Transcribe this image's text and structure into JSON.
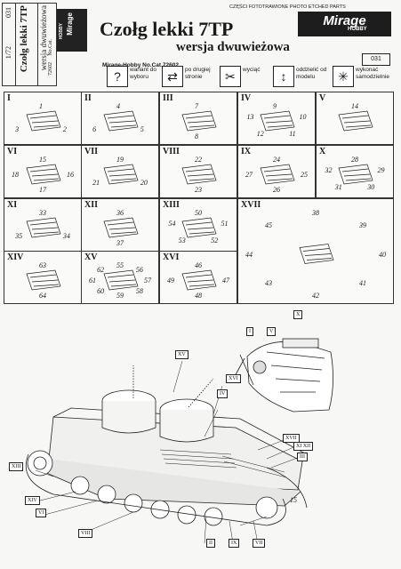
{
  "side_strip": {
    "number": "031",
    "scale": "1/72",
    "title": "Czołg lekki 7TP",
    "subtitle": "wersja dwuwieżowa",
    "cat_label": "No.Cat.",
    "cat_number": "72602"
  },
  "header": {
    "logo_text": "Mirage",
    "logo_sub": "HOBBY",
    "parts_label": "CZĘŚCI FOTOTRAWIONE  PHOTO ETCHED PARTS",
    "brand": "Mirage",
    "brand_sub": "HOBBY",
    "title": "Czołg lekki 7TP",
    "subtitle": "wersja dwuwieżowa",
    "cat_no": "Mirage-Hobby No.Cat.72602",
    "code": "031"
  },
  "legend": [
    {
      "icon": "?",
      "icon_name": "question-icon",
      "text": "wariant do wyboru"
    },
    {
      "icon": "⇄",
      "icon_name": "flip-arrows-icon",
      "text": "po drugiej stronie"
    },
    {
      "icon": "✂",
      "icon_name": "scissors-icon",
      "text": "wyciąć"
    },
    {
      "icon": "↕",
      "icon_name": "separate-icon",
      "text": "oddzielić od modelu"
    },
    {
      "icon": "✳",
      "icon_name": "asterisk-icon",
      "text": "wykonać samodzielnie"
    }
  ],
  "steps": [
    {
      "num": "I",
      "parts": [
        "1",
        "2",
        "3"
      ]
    },
    {
      "num": "II",
      "parts": [
        "4",
        "5",
        "6"
      ]
    },
    {
      "num": "III",
      "parts": [
        "7",
        "8"
      ]
    },
    {
      "num": "IV",
      "parts": [
        "9",
        "10",
        "11",
        "12",
        "13"
      ]
    },
    {
      "num": "V",
      "parts": [
        "14"
      ]
    },
    {
      "num": "VI",
      "parts": [
        "15",
        "16",
        "17",
        "18"
      ]
    },
    {
      "num": "VII",
      "parts": [
        "19",
        "20",
        "21"
      ]
    },
    {
      "num": "VIII",
      "parts": [
        "22",
        "23"
      ]
    },
    {
      "num": "IX",
      "parts": [
        "24",
        "25",
        "26",
        "27"
      ]
    },
    {
      "num": "X",
      "parts": [
        "28",
        "29",
        "30",
        "31",
        "32"
      ]
    },
    {
      "num": "XI",
      "parts": [
        "33",
        "34",
        "35"
      ]
    },
    {
      "num": "XII",
      "parts": [
        "36",
        "37"
      ]
    },
    {
      "num": "XIII",
      "parts": [
        "50",
        "51",
        "52",
        "53",
        "54"
      ]
    },
    {
      "num": "XVII",
      "parts": [
        "38",
        "39",
        "40",
        "41",
        "42",
        "43",
        "44",
        "45"
      ]
    },
    {
      "num": "XIV",
      "parts": [
        "63",
        "64"
      ]
    },
    {
      "num": "XV",
      "parts": [
        "55",
        "56",
        "57",
        "58",
        "59",
        "60",
        "61",
        "62"
      ]
    },
    {
      "num": "XVI",
      "parts": [
        "46",
        "47",
        "48",
        "49"
      ]
    }
  ],
  "callouts": {
    "xv": "XV",
    "xvi": "XVI",
    "iv": "IV",
    "xvii": "XVII",
    "xi_xii": "XI XII",
    "iii": "III",
    "xiii": "XIII",
    "xiv": "XIV",
    "vi": "VI",
    "viii": "VIII",
    "ii": "II",
    "ix": "IX",
    "vii": "VII",
    "i": "I",
    "v": "V",
    "x": "X",
    "fifteen": "15"
  }
}
